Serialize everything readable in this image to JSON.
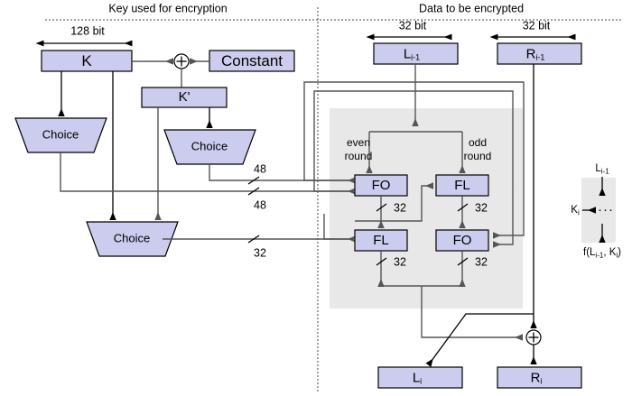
{
  "figure": {
    "title_left": "Key used for encryption",
    "title_right": "Data to be encrypted",
    "colors": {
      "box_fill": "#ccccee",
      "box_stroke": "#000000",
      "panel_fill": "#e8e8e8",
      "wire": "#555555",
      "divider": "#444444"
    }
  },
  "key_side": {
    "dimension_label": "128 bit",
    "blocks": {
      "k": "K",
      "constant": "Constant",
      "k_prime": "K'",
      "choice_1": "Choice",
      "choice_2": "Choice",
      "choice_3": "Choice"
    },
    "xor_symbol": "+",
    "bus_labels": {
      "upper_48": "48",
      "lower_48": "48",
      "bus_32": "32"
    }
  },
  "data_side": {
    "dimension_left": "32 bit",
    "dimension_right": "32 bit",
    "inputs": {
      "left_base": "L",
      "left_sub": "i-1",
      "right_base": "R",
      "right_sub": "i-1"
    },
    "outputs": {
      "left_base": "L",
      "left_sub": "i",
      "right_base": "R",
      "right_sub": "i"
    },
    "round_labels": {
      "even_line1": "even",
      "even_line2": "round",
      "odd_line1": "odd",
      "odd_line2": "round"
    },
    "functions": {
      "fo_even": "FO",
      "fl_odd": "FL",
      "fl_even": "FL",
      "fo_odd": "FO"
    },
    "width_labels": {
      "fo_even_out": "32",
      "fl_odd_out": "32",
      "fl_even_out": "32",
      "fo_odd_out": "32"
    },
    "xor_symbol": "+"
  },
  "legend": {
    "input_base": "L",
    "input_sub": "i-1",
    "key_base": "K",
    "key_sub": "i",
    "body_glyph": "···",
    "output_text": "f(L",
    "output_sub1": "i-1",
    "output_mid": ", K",
    "output_sub2": "i",
    "output_end": ")"
  }
}
